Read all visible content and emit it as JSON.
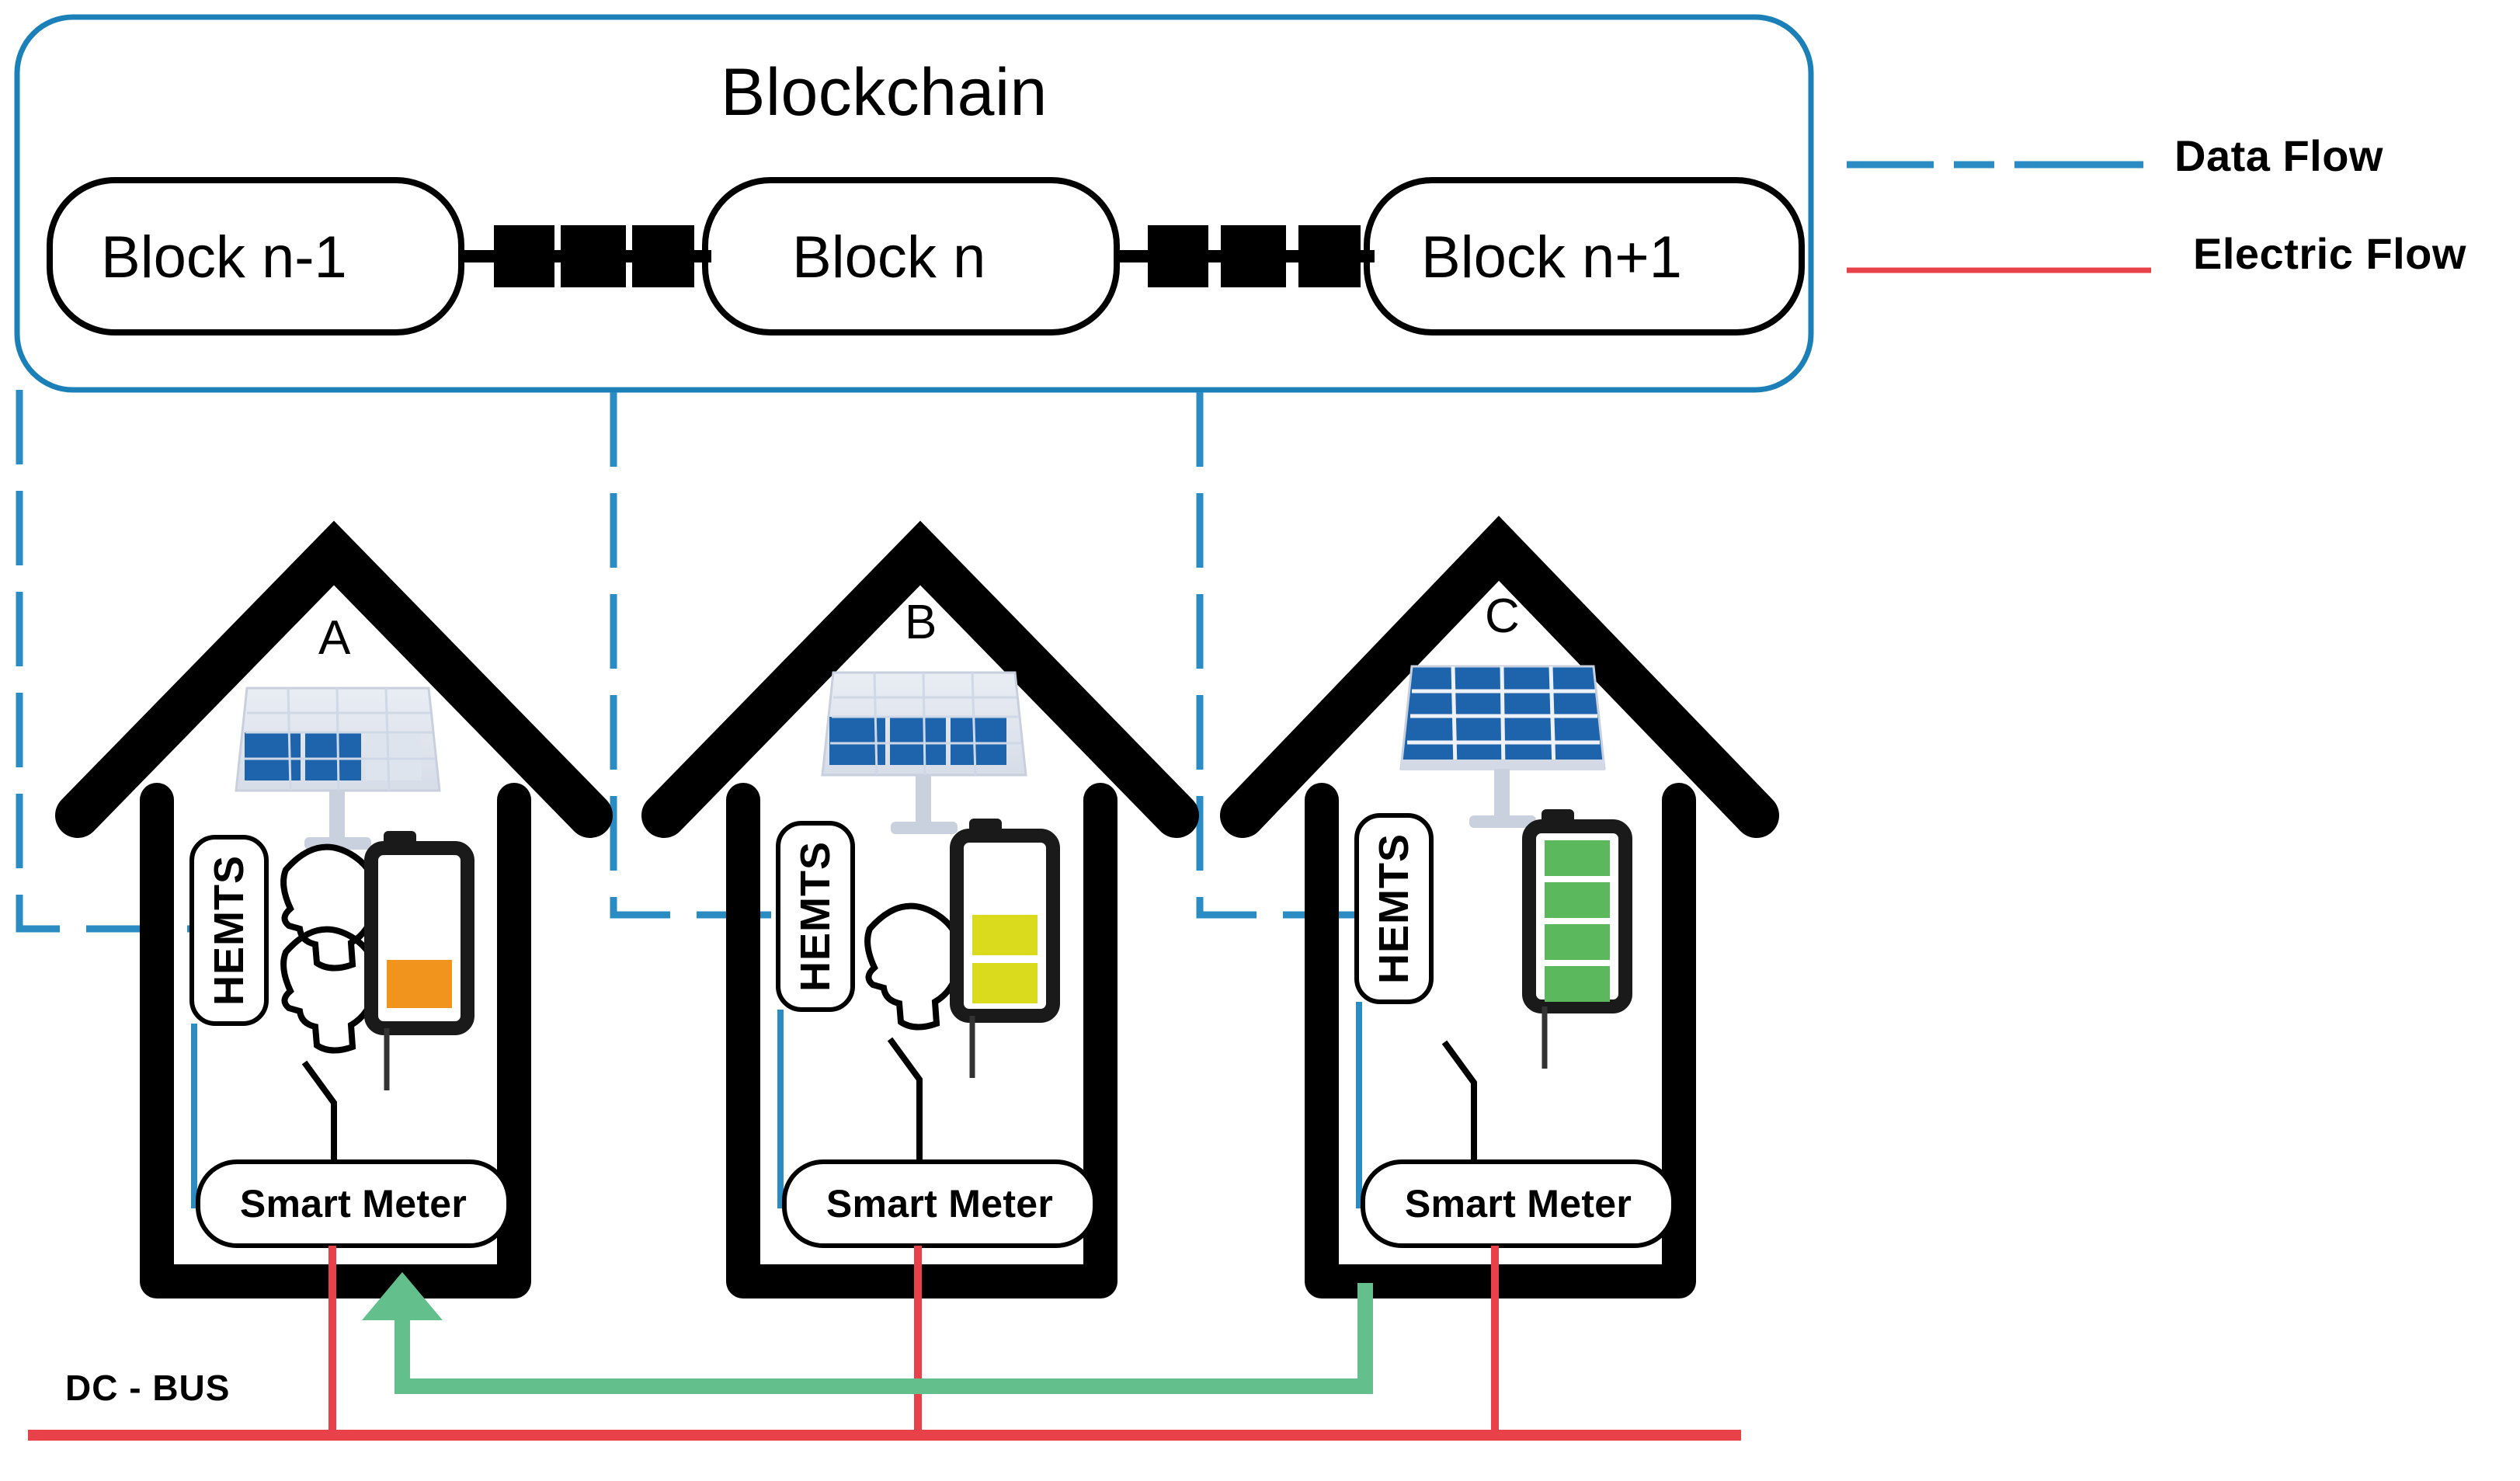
{
  "diagram": {
    "title_visible": false
  },
  "blockchain": {
    "title": "Blockchain",
    "blocks": [
      {
        "label": "Block n-1"
      },
      {
        "label": "Block n"
      },
      {
        "label": "Block n+1"
      }
    ],
    "chain_link_icon": "chain-link-icon",
    "container_color": "#1b80b8"
  },
  "legend": {
    "items": [
      {
        "label": "Data Flow",
        "style": "dashed",
        "color": "#2b8cc4"
      },
      {
        "label": "Electric Flow",
        "style": "solid",
        "color": "#e8414a"
      }
    ]
  },
  "houses": [
    {
      "letter": "A",
      "hemts_label": "HEMTS",
      "smart_meter_label": "Smart Meter",
      "solar_icon": "solar-panel-icon",
      "solar_active_cells": 2,
      "occupants": 2,
      "battery": {
        "icon": "battery-icon",
        "level_bars": 1,
        "total_bars": 4,
        "color": "#f0941e",
        "state": "low"
      }
    },
    {
      "letter": "B",
      "hemts_label": "HEMTS",
      "smart_meter_label": "Smart Meter",
      "solar_icon": "solar-panel-icon",
      "solar_active_cells": 3,
      "occupants": 1,
      "battery": {
        "icon": "battery-icon",
        "level_bars": 2,
        "total_bars": 4,
        "color": "#dbdb1e",
        "state": "medium"
      }
    },
    {
      "letter": "C",
      "hemts_label": "HEMTS",
      "smart_meter_label": "Smart Meter",
      "solar_icon": "solar-panel-icon",
      "solar_active_cells": 16,
      "occupants": 0,
      "battery": {
        "icon": "battery-icon",
        "level_bars": 4,
        "total_bars": 4,
        "color": "#5cb85c",
        "state": "full"
      }
    }
  ],
  "bus": {
    "label": "DC - BUS",
    "color": "#e8414a"
  },
  "energy_transfer": {
    "from_house": "C",
    "to_house": "A",
    "arrow_icon": "up-arrow-icon",
    "color": "#63c08d"
  }
}
